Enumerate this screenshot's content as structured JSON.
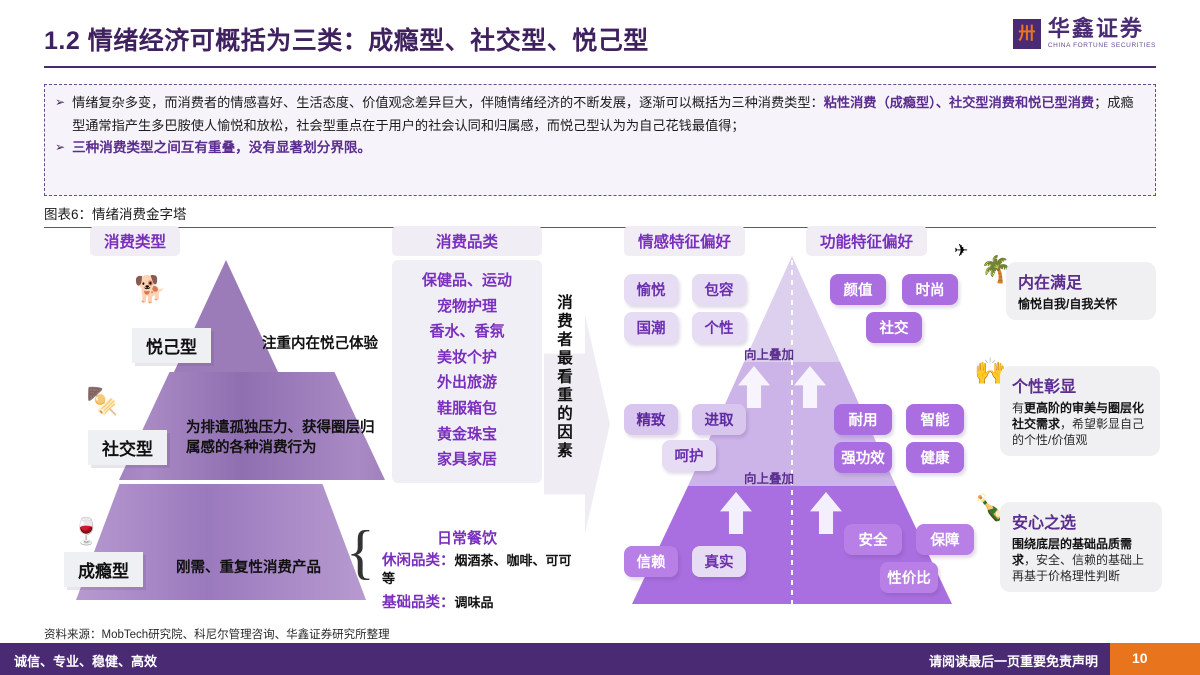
{
  "header": {
    "title": "1.2 情绪经济可概括为三类：成瘾型、社交型、悦己型",
    "logo_cn": "华鑫证券",
    "logo_en": "CHINA FORTUNE SECURITIES",
    "logo_mark": "卅",
    "accent": "#4b2a74",
    "orange": "#e8741d"
  },
  "bullets": [
    {
      "marker": "➢",
      "seg1": "情绪复杂多变，而消费者的情感喜好、生活态度、价值观念差异巨大，伴随情绪经济的不断发展，逐渐可以概括为三种消费类型：",
      "seg_hl": "粘性消费（成瘾型）、社交型消费和悦已型消费",
      "seg2": "；成瘾型通常指产生多巴胺使人愉悦和放松，社会型重点在于用户的社会认同和归属感，而悦己型认为为自己花钱最值得；"
    },
    {
      "marker": "➢",
      "text": "三种消费类型之间互有重叠，没有显著划分界限。"
    }
  ],
  "figure": {
    "caption": "图表6：情绪消费金字塔",
    "column_heads": {
      "consumption_type": "消费类型",
      "product_category": "消费品类",
      "emotional_pref": "情感特征偏好",
      "functional_pref": "功能特征偏好"
    },
    "pyramid_tiers": [
      {
        "label": "悦己型",
        "desc": "注重内在悦己体验",
        "icon": "🐕"
      },
      {
        "label": "社交型",
        "desc": "为排遣孤独压力、获得圈层归属感的各种消费行为",
        "icon": "🍢"
      },
      {
        "label": "成瘾型",
        "desc": "刚需、重复性消费产品",
        "icon": "🍷"
      }
    ],
    "categories": [
      "保健品、运动",
      "宠物护理",
      "香水、香氛",
      "美妆个护",
      "外出旅游",
      "鞋服箱包",
      "黄金珠宝",
      "家具家居",
      "日常餐饮"
    ],
    "category_extra": [
      {
        "label": "休闲品类：",
        "value": "烟酒茶、咖啡、可可等"
      },
      {
        "label": "基础品类：",
        "value": "调味品"
      }
    ],
    "vertical_arrow_text": "消费者最看重的因素",
    "stack_label": "向上叠加",
    "emotional_chips": [
      [
        "愉悦",
        "包容"
      ],
      [
        "国潮",
        "个性"
      ],
      [
        "精致",
        "进取"
      ],
      [
        "呵护"
      ],
      [
        "信赖",
        "真实"
      ]
    ],
    "functional_chips": [
      [
        "颜值",
        "时尚"
      ],
      [
        "社交"
      ],
      [
        "耐用",
        "智能"
      ],
      [
        "强功效",
        "健康"
      ],
      [
        "安全",
        "保障"
      ],
      [
        "性价比"
      ]
    ],
    "callouts": [
      {
        "icon": "🌴",
        "icon2": "✈",
        "title": "内在满足",
        "body_bold": "愉悦自我/自我关怀",
        "body_rest": ""
      },
      {
        "icon": "🙌",
        "title": "个性彰显",
        "body_lead": "有",
        "body_bold": "更高阶的审美与圈层化社交需求",
        "body_rest": "，希望彰显自己的个性/价值观"
      },
      {
        "icon": "🍾",
        "title": "安心之选",
        "body_bold": "围绕底层的基础品质需求",
        "body_rest": "，安全、信赖的基础上再基于价格理性判断"
      }
    ]
  },
  "footer": {
    "source": "资料来源：MobTech研究院、科尼尔管理咨询、华鑫证券研究所整理",
    "slogan": "诚信、专业、稳健、高效",
    "disclaimer": "请阅读最后一页重要免责声明",
    "page": "10"
  }
}
